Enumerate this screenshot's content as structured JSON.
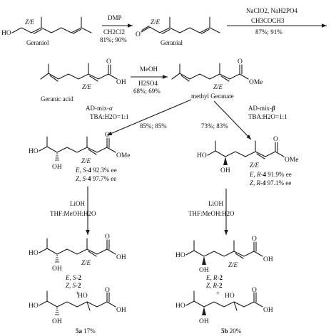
{
  "atoms": {
    "ho": "HO",
    "oh": "OH",
    "o": "O",
    "ome": "OMe",
    "ze": "Z/E"
  },
  "compounds": {
    "geraniol": "Geraniol",
    "geranial": "Geranial",
    "geranic_acid": "Geranic acid",
    "methyl_geranate": "methyl Geranate"
  },
  "steps": {
    "s1": {
      "reagent": "DMP",
      "solvent": "CH2Cl2",
      "yield": "81%; 90%"
    },
    "s2": {
      "reagent": "NaClO2, NaH2PO4",
      "solvent": "CH3COCH3",
      "yield": "87%; 91%"
    },
    "s3": {
      "reagent": "MeOH",
      "solvent": "H2SO4",
      "yield": "68%; 69%"
    },
    "s4_left": {
      "reagent_prefix": "AD-mix-",
      "reagent_greek": "α",
      "solvent": "TBA:H2O=1:1",
      "yield": "85%; 85%"
    },
    "s4_right": {
      "reagent_prefix": "AD-mix-",
      "reagent_greek": "β",
      "solvent": "TBA:H2O=1:1",
      "yield": "73%; 83%"
    },
    "s5_left": {
      "reagent": "LiOH",
      "solvent": "THF:MeOH:H2O"
    },
    "s5_right": {
      "reagent": "LiOH",
      "solvent": "THF:MeOH:H2O"
    }
  },
  "products": {
    "left_ester": [
      {
        "isomer": "E, S-",
        "num": "4",
        "ee": "92.3% ee"
      },
      {
        "isomer": "Z, S-",
        "num": "4",
        "ee": "97.7% ee"
      }
    ],
    "right_ester": [
      {
        "isomer": "E, R-",
        "num": "4",
        "ee": "91.9% ee"
      },
      {
        "isomer": "Z, R-",
        "num": "4",
        "ee": "97.1% ee"
      }
    ],
    "left_acid": [
      {
        "isomer": "E, S-",
        "num": "2"
      },
      {
        "isomer": "Z, S-",
        "num": "2"
      }
    ],
    "right_acid": [
      {
        "isomer": "E, R-",
        "num": "2"
      },
      {
        "isomer": "Z, R-",
        "num": "2"
      }
    ],
    "plus": "+",
    "byproduct_left": {
      "num": "5a",
      "yield": "17%"
    },
    "byproduct_right": {
      "num": "5b",
      "yield": "20%"
    }
  }
}
